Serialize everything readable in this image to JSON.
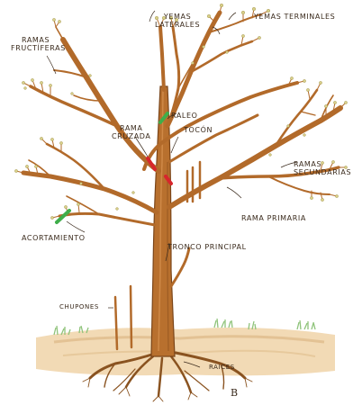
{
  "labels": {
    "yemas_laterales": {
      "line1": "YEMAS",
      "line2": "LATERALES"
    },
    "yemas_terminales": {
      "line1": "YEMAS TERMINALES"
    },
    "ramas_fructiferas": {
      "line1": "RAMAS",
      "line2": "FRUCTÍFERAS"
    },
    "raleo": {
      "line1": "RALEO"
    },
    "rama_cruzada": {
      "line1": "RAMA",
      "line2": "CRUZADA"
    },
    "tocon": {
      "line1": "TOCÓN"
    },
    "ramas_secundarias": {
      "line1": "RAMAS",
      "line2": "SECUNDARIAS"
    },
    "rama_primaria": {
      "line1": "RAMA PRIMARIA"
    },
    "acortamiento": {
      "line1": "ACORTAMIENTO"
    },
    "tronco_principal": {
      "line1": "TRONCO PRINCIPAL"
    },
    "chupones": {
      "line1": "CHUPONES"
    },
    "raices": {
      "line1": "RAICES"
    }
  },
  "signature": "B",
  "colors": {
    "bark": "#b26a2a",
    "bark_dark": "#7a4519",
    "bud": "#d8d08a",
    "cut_green": "#3fae4a",
    "cut_red": "#d7262c",
    "soil": "#e9c79a",
    "soil_dark": "#caa06a",
    "grass": "#8fc37a",
    "ink": "#3a2a1c"
  }
}
